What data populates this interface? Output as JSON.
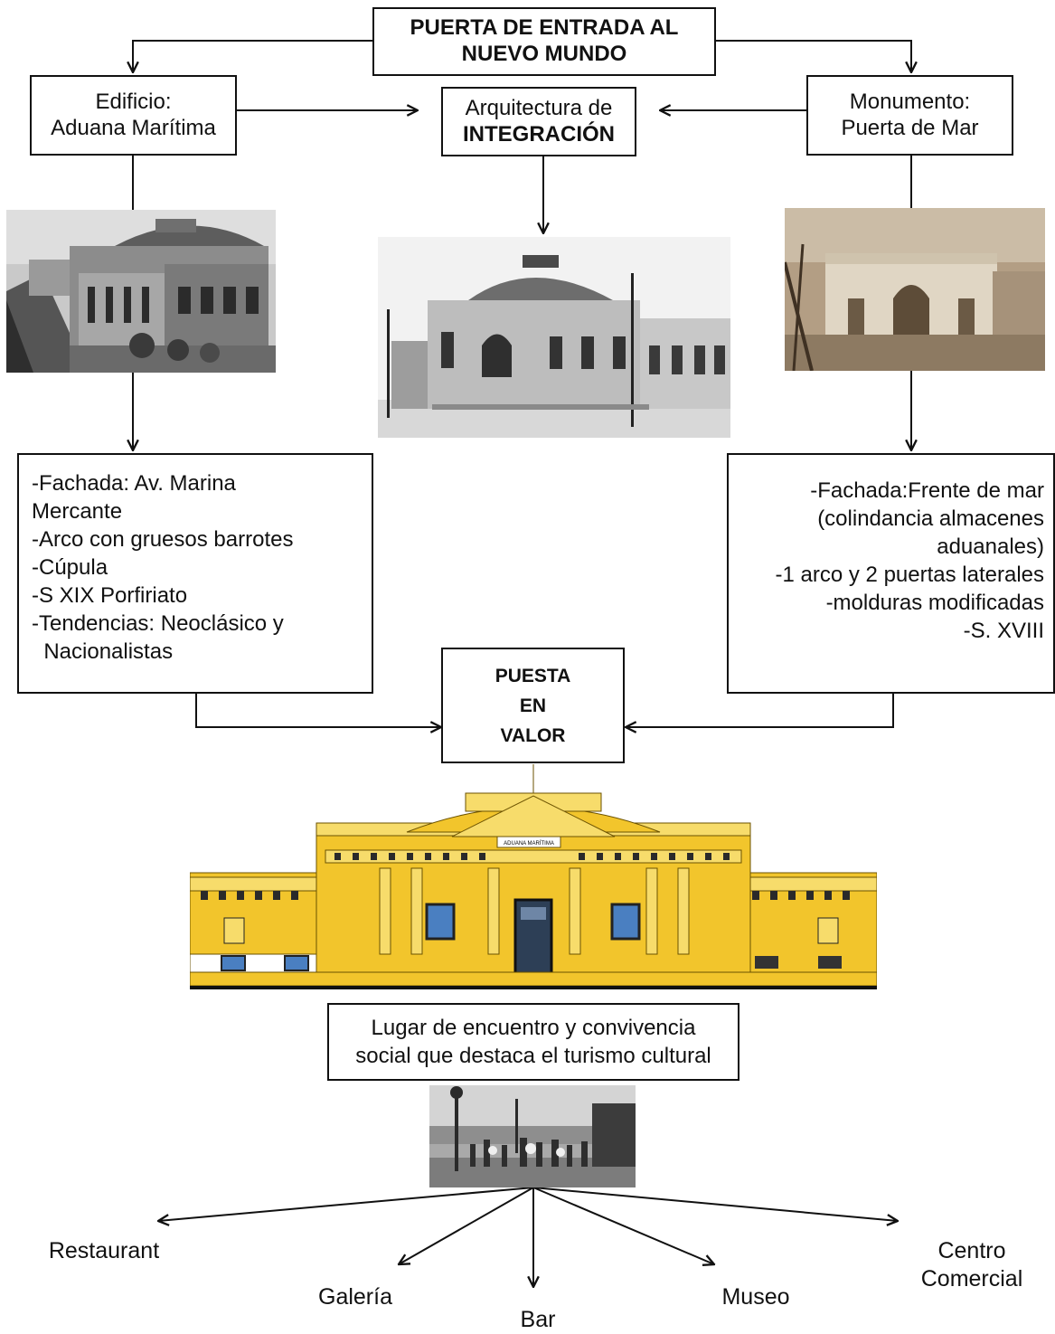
{
  "title": {
    "line1": "PUERTA DE ENTRADA AL",
    "line2": "NUEVO MUNDO"
  },
  "left_header": {
    "line1": "Edificio:",
    "line2": "Aduana Marítima"
  },
  "center_header": {
    "line1": "Arquitectura de",
    "line2": "INTEGRACIÓN"
  },
  "right_header": {
    "line1": "Monumento:",
    "line2": "Puerta de Mar"
  },
  "left_features": [
    "-Fachada: Av. Marina",
    "Mercante",
    "-Arco con gruesos barrotes",
    "-Cúpula",
    "-S XIX Porfiriato",
    "-Tendencias: Neoclásico y",
    "  Nacionalistas"
  ],
  "right_features": [
    "-Fachada:Frente de mar",
    "(colindancia almacenes",
    "aduanales)",
    "-1 arco y 2 puertas laterales",
    "-molduras modificadas",
    "-S. XVIII"
  ],
  "puesta": {
    "line1": "PUESTA",
    "line2": "EN",
    "line3": "VALOR"
  },
  "facade_sign": "ADUANA MARÍTIMA",
  "lugar": {
    "line1": "Lugar de encuentro y convivencia",
    "line2": "social que destaca el turismo cultural"
  },
  "outputs": {
    "restaurant": "Restaurant",
    "galeria": "Galería",
    "bar": "Bar",
    "museo": "Museo",
    "centro_line1": "Centro",
    "centro_line2": "Comercial"
  },
  "colors": {
    "facade_yellow": "#f2c52c",
    "facade_light": "#f7dc6b",
    "facade_dark": "#8a6a00",
    "sepia": "#b39e84"
  }
}
